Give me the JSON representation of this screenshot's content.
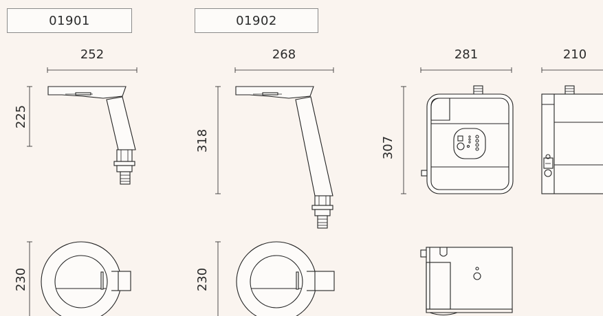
{
  "products": [
    {
      "code": "01901"
    },
    {
      "code": "01902"
    }
  ],
  "dimensions": {
    "p1_width": "252",
    "p1_height": "225",
    "p1_ring": "230",
    "p2_width": "268",
    "p2_height": "318",
    "p2_ring": "230",
    "box_width": "281",
    "box_height": "307",
    "box_depth": "210"
  }
}
